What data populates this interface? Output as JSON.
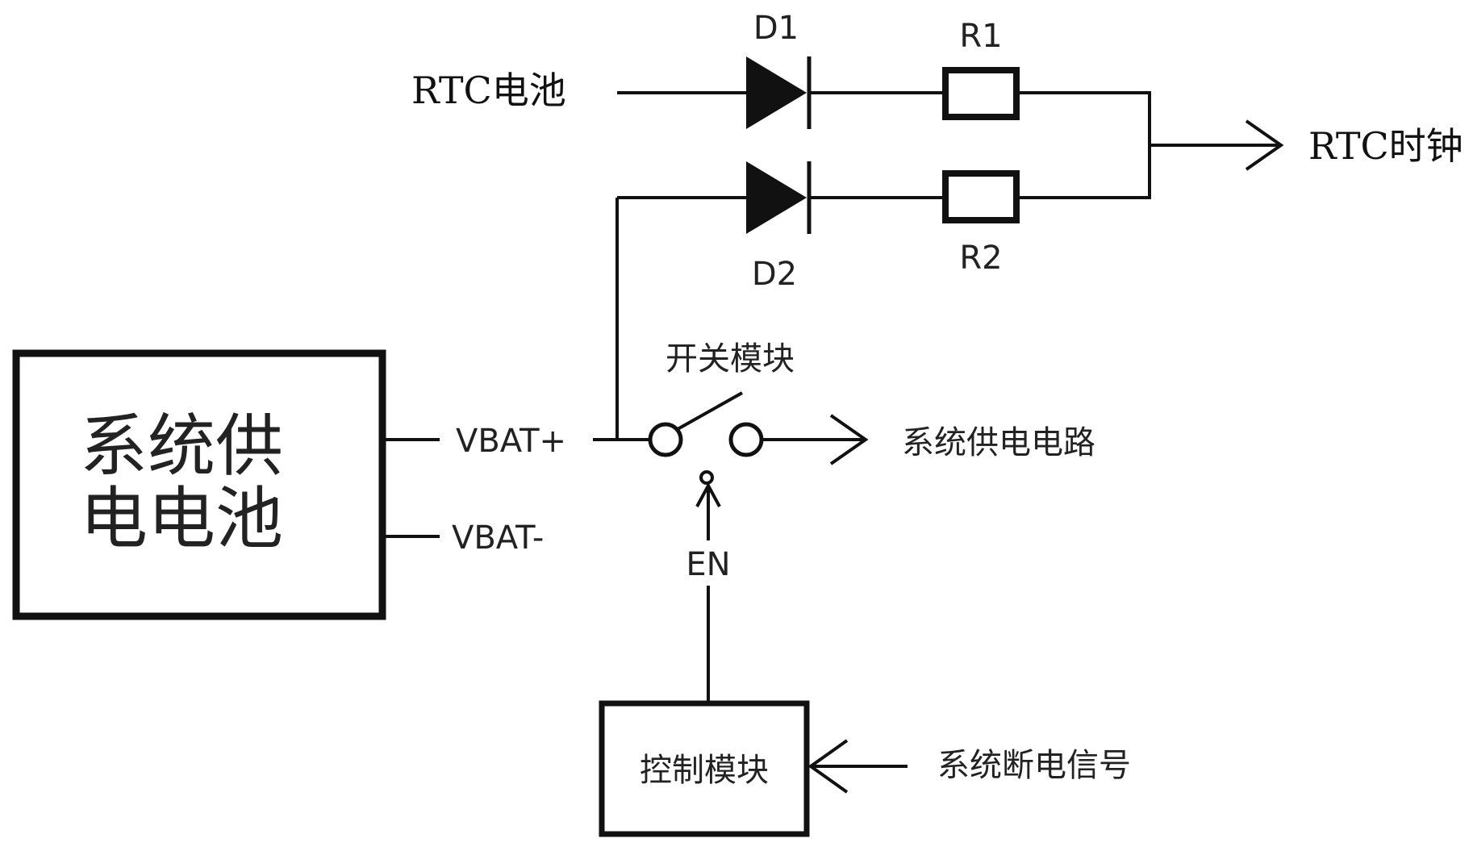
{
  "battery": {
    "line1": "系统供",
    "line2": "电电池"
  },
  "terminals": {
    "plus": "VBAT+",
    "minus": "VBAT-"
  },
  "rtc": {
    "battery_label": "RTC电池",
    "clock_label": "RTC时钟"
  },
  "diodes": {
    "d1": "D1",
    "d2": "D2"
  },
  "resistors": {
    "r1": "R1",
    "r2": "R2"
  },
  "switch": {
    "label": "开关模块",
    "enable": "EN"
  },
  "outputs": {
    "system_circuit": "系统供电电路"
  },
  "control": {
    "label": "控制模块",
    "input_signal": "系统断电信号"
  }
}
